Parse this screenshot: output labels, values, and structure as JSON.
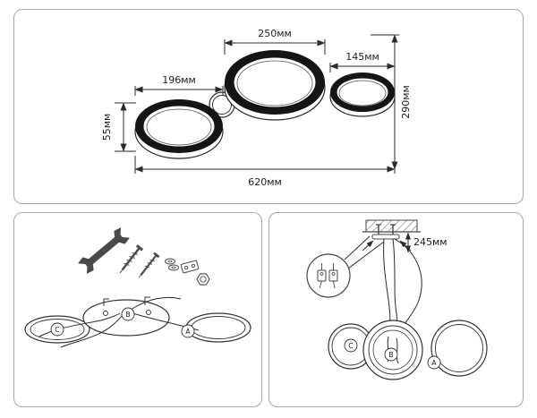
{
  "colors": {
    "ink": "#2b2b2b",
    "ring_fill": "#151515",
    "panel_border": "#a9a9a9"
  },
  "dimensions_panel": {
    "width_large": "250мм",
    "width_left": "196мм",
    "width_right": "145мм",
    "height_ring": "55мм",
    "height_total": "290мм",
    "width_total": "620мм"
  },
  "assembly_panel": {
    "label_a": "A",
    "label_b": "B",
    "label_c": "C"
  },
  "installation_panel": {
    "suspension_height": "245мм",
    "label_a": "A",
    "label_b": "B",
    "label_c": "C"
  }
}
